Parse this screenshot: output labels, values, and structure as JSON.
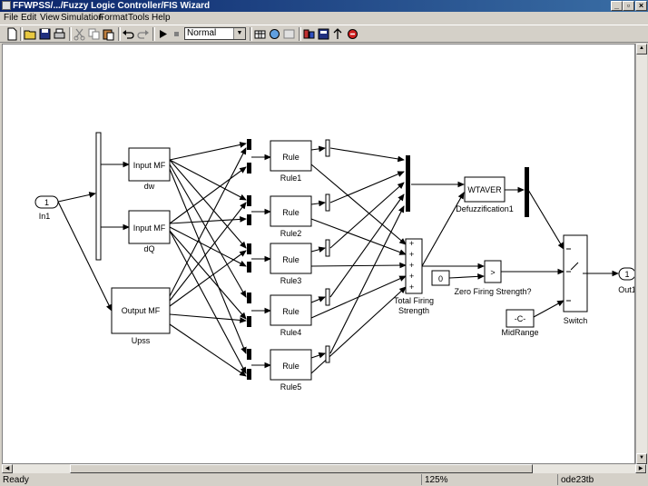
{
  "window": {
    "title": "FFWPSS/.../Fuzzy Logic Controller/FIS Wizard"
  },
  "menu": [
    "File",
    "Edit",
    "View",
    "Simulation",
    "Format",
    "Tools",
    "Help"
  ],
  "toolbar": {
    "sim_mode": "Normal"
  },
  "diagram": {
    "inport": {
      "number": "1",
      "label": "In1"
    },
    "outport": {
      "number": "1",
      "label": "Out1"
    },
    "input_mf_1": {
      "text": "Input MF",
      "label": "dw"
    },
    "input_mf_2": {
      "text": "Input MF",
      "label": "dQ"
    },
    "output_mf": {
      "text": "Output MF",
      "label": "Upss"
    },
    "rules": [
      {
        "text": "Rule",
        "label": "Rule1"
      },
      {
        "text": "Rule",
        "label": "Rule2"
      },
      {
        "text": "Rule",
        "label": "Rule3"
      },
      {
        "text": "Rule",
        "label": "Rule4"
      },
      {
        "text": "Rule",
        "label": "Rule5"
      }
    ],
    "wtaver": {
      "text": "WTAVER",
      "label": "Defuzzification1"
    },
    "total_firing": {
      "label_line1": "Total Firing",
      "label_line2": "Strength"
    },
    "zero_const": {
      "text": "0"
    },
    "compare": {
      "text": ">",
      "label": "Zero Firing Strength?"
    },
    "midrange": {
      "text": "-C-",
      "label": "MidRange"
    },
    "switch": {
      "label": "Switch"
    }
  },
  "status": {
    "text": "Ready",
    "zoom": "125%",
    "solver": "ode23tb"
  }
}
